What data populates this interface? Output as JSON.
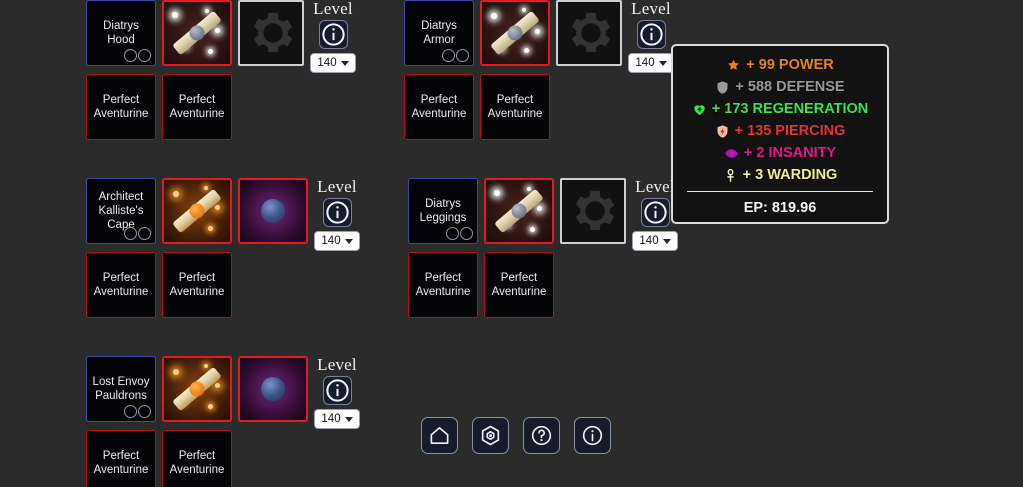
{
  "background_color": "#2b2b2b",
  "level_label": "Level",
  "level_value": "140",
  "gem_label": "Perfect Aventurine",
  "rows": [
    {
      "slots": [
        {
          "item_name": "Diatrys Hood",
          "sockets": 2,
          "scroll_icon": "silver-scroll-icon",
          "third_tile": "gear-icon",
          "gems": [
            "Perfect Aventurine",
            "Perfect Aventurine"
          ],
          "level": "140"
        },
        {
          "item_name": "Diatrys Armor",
          "sockets": 2,
          "scroll_icon": "silver-scroll-icon",
          "third_tile": "gear-icon",
          "gems": [
            "Perfect Aventurine",
            "Perfect Aventurine"
          ],
          "level": "140"
        }
      ]
    },
    {
      "slots": [
        {
          "item_name": "Architect Kalliste's Cape",
          "sockets": 2,
          "scroll_icon": "gold-scroll-icon",
          "third_tile": "purple-orb-icon",
          "gems": [
            "Perfect Aventurine",
            "Perfect Aventurine"
          ],
          "level": "140"
        },
        {
          "item_name": "Diatrys Leggings",
          "sockets": 2,
          "scroll_icon": "silver-scroll-icon",
          "third_tile": "gear-icon",
          "gems": [
            "Perfect Aventurine",
            "Perfect Aventurine"
          ],
          "level": "140"
        }
      ]
    },
    {
      "slots": [
        {
          "item_name": "Lost Envoy Pauldrons",
          "sockets": 2,
          "scroll_icon": "gold-scroll-icon",
          "third_tile": "purple-orb-icon",
          "gems": [
            "Perfect Aventurine",
            "Perfect Aventurine"
          ],
          "level": "140"
        }
      ]
    }
  ],
  "stats": {
    "lines": [
      {
        "icon": "star-icon",
        "text": "+ 99 POWER",
        "color": "#e8821f"
      },
      {
        "icon": "shield-icon",
        "text": "+ 588 DEFENSE",
        "color": "#9a9a9a"
      },
      {
        "icon": "heart-plus-icon",
        "text": "+ 173 REGENERATION",
        "color": "#3ee04f"
      },
      {
        "icon": "shield-bolt-icon",
        "text": "+ 135 PIERCING",
        "color": "#e8352f"
      },
      {
        "icon": "eye-icon",
        "text": "+ 2 INSANITY",
        "color": "#e8158c"
      },
      {
        "icon": "ankh-icon",
        "text": "+ 3 WARDING",
        "color": "#f2ef8a"
      }
    ],
    "ep": "EP: 819.96"
  },
  "toolbar": [
    {
      "icon": "home-icon",
      "label": "Home"
    },
    {
      "icon": "hexgem-icon",
      "label": "Gems"
    },
    {
      "icon": "help-icon",
      "label": "Help"
    },
    {
      "icon": "info-icon",
      "label": "Info"
    }
  ]
}
